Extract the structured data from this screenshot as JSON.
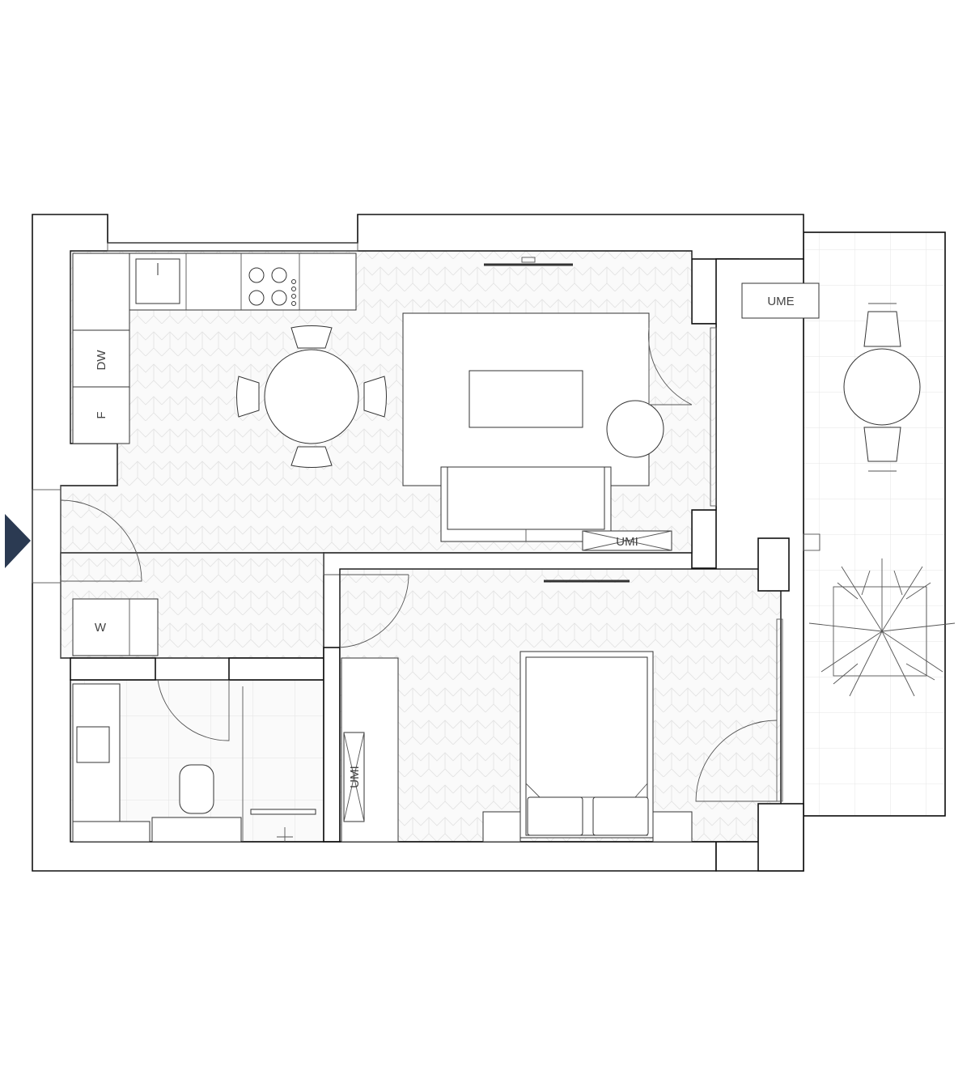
{
  "plan": {
    "labels": {
      "dishwasher": "DW",
      "fridge": "F",
      "washer": "W",
      "outdoor_unit": "UME",
      "indoor_unit_living": "UMI",
      "indoor_unit_bedroom": "UMI"
    },
    "colors": {
      "entrance_marker": "#2b3a52",
      "walls": "#111111",
      "floor_pattern": "#e4e4e4"
    }
  }
}
